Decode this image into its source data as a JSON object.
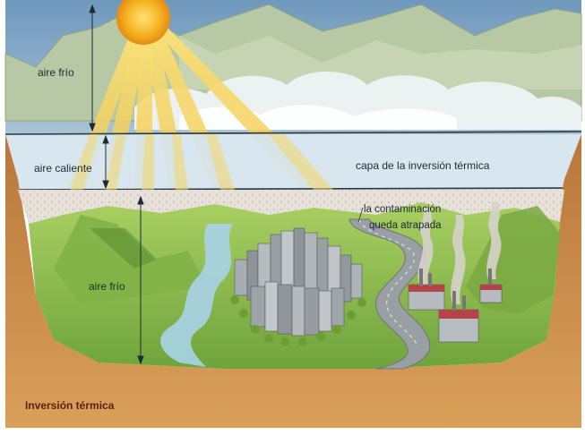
{
  "diagram": {
    "labels": {
      "cold_air_top": "aire frío",
      "warm_air": "aire caliente",
      "inversion_layer": "capa de la inversión térmica",
      "pollution_line1": "la contaminación",
      "pollution_line2": "queda atrapada",
      "cold_air_bottom": "aire frío",
      "caption": "Inversión térmica"
    },
    "colors": {
      "sky": "#7fa6c6",
      "inversion_band": "#d7e6f0",
      "polluted_air": "#e6e0d8",
      "soil": "#c98a43",
      "valley_grass": "#8fbf52",
      "sun": "#f4b223",
      "caption": "#5a1e12"
    }
  }
}
